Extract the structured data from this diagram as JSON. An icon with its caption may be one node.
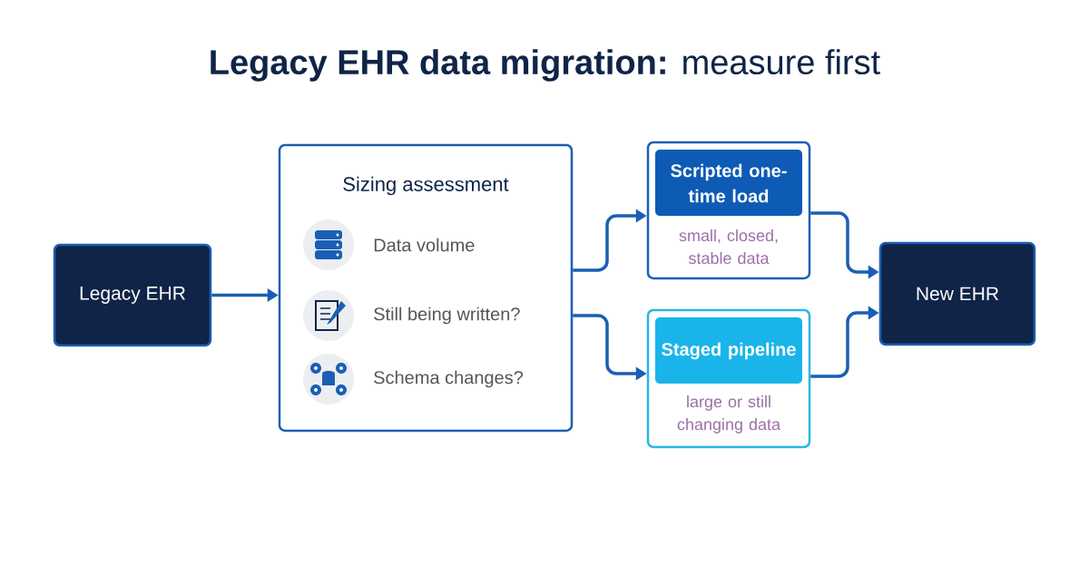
{
  "diagram": {
    "title": "**Legacy EHR data migration:** measure first",
    "nodes": [
      {
        "text": [
          "Legacy EHR"
        ]
      },
      {
        "text": [
          "Sizing assessment"
        ]
      },
      {
        "text": [
          "Data volume"
        ],
        "in": 1
      },
      {
        "text": [
          "Still being written?"
        ],
        "in": 1
      },
      {
        "text": [
          "Schema changes?"
        ],
        "in": 1
      },
      {
        "text": [
          "Scripted one-time load",
          "small, closed, stable data"
        ]
      },
      {
        "text": [
          "Staged pipeline",
          "large or still changing data"
        ]
      },
      {
        "text": [
          "New EHR"
        ]
      }
    ],
    "edges": [
      {
        "from": 0,
        "to": 1,
        "arrow": "to"
      },
      {
        "from": 1,
        "to": 5,
        "arrow": "to"
      },
      {
        "from": 1,
        "to": 6,
        "arrow": "to"
      },
      {
        "from": 5,
        "to": 7,
        "arrow": "to"
      },
      {
        "from": 6,
        "to": 7,
        "arrow": "to"
      }
    ]
  }
}
